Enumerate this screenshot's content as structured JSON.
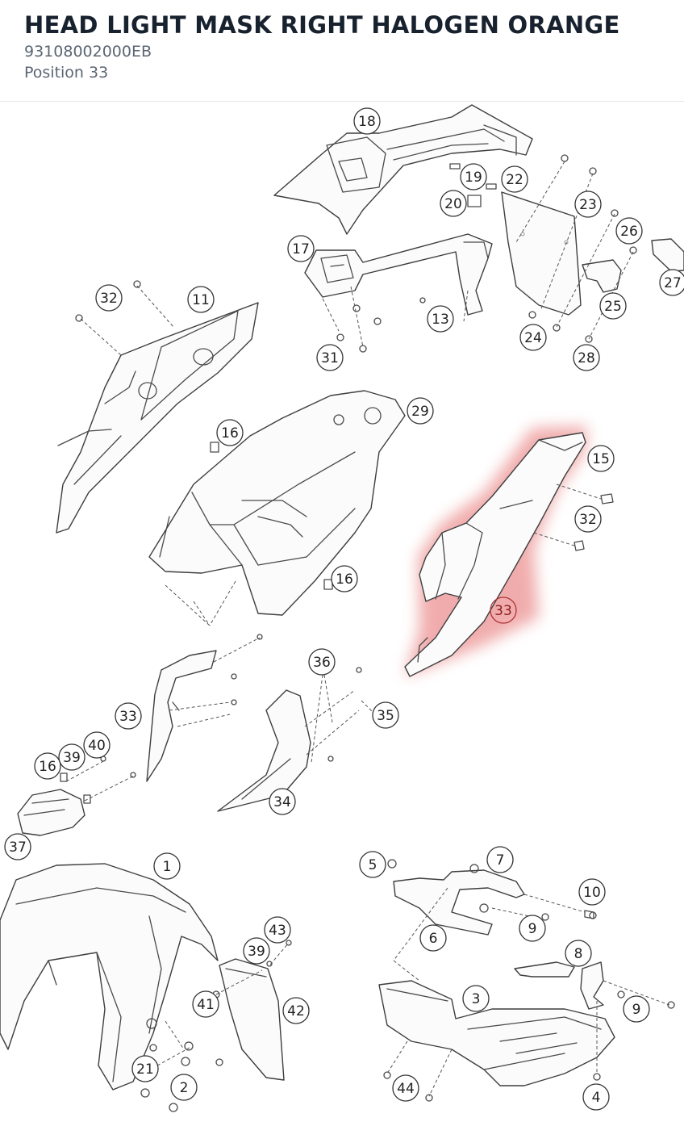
{
  "header": {
    "title": "HEAD LIGHT MASK RIGHT HALOGEN ORANGE",
    "part_number": "93108002000EB",
    "position": "Position 33"
  },
  "highlight_color": "#e98181",
  "selected_position": "33",
  "callouts": [
    "18",
    "19",
    "22",
    "20",
    "23",
    "26",
    "17",
    "27",
    "25",
    "13",
    "24",
    "31",
    "28",
    "32",
    "11",
    "29",
    "16",
    "15",
    "32",
    "16",
    "33",
    "36",
    "33",
    "35",
    "40",
    "39",
    "16",
    "34",
    "37",
    "1",
    "5",
    "7",
    "10",
    "6",
    "9",
    "8",
    "43",
    "39",
    "3",
    "9",
    "41",
    "42",
    "21",
    "2",
    "44",
    "4"
  ]
}
